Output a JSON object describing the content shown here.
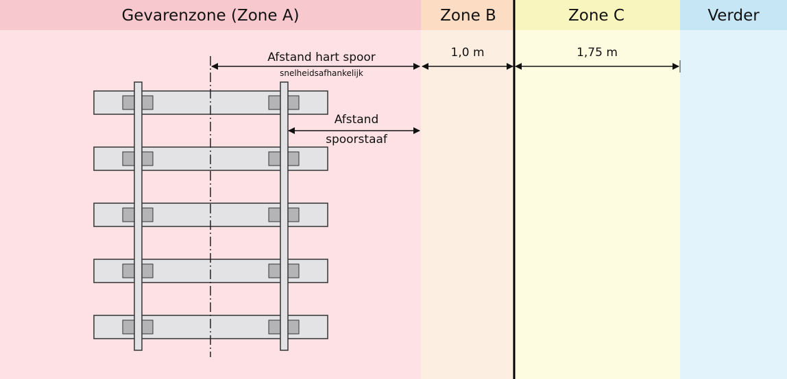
{
  "zones": [
    {
      "id": "a",
      "title": "Gevarenzone (Zone A)",
      "header_color": "#f7c9cf",
      "body_color": "#fde1e4"
    },
    {
      "id": "b",
      "title": "Zone B",
      "header_color": "#fcdcc2",
      "body_color": "#fdeee2"
    },
    {
      "id": "c",
      "title": "Zone C",
      "header_color": "#f8f5be",
      "body_color": "#fdfbe0"
    },
    {
      "id": "verder",
      "title": "Verder",
      "header_color": "#c6e6f6",
      "body_color": "#e2f3fb"
    }
  ],
  "dimensions": {
    "track_center": {
      "label": "Afstand hart spoor",
      "sublabel": "snelheidsafhankelijk"
    },
    "rail": {
      "label_line1": "Afstand",
      "label_line2": "spoorstaaf"
    },
    "zone_b": {
      "label": "1,0 m"
    },
    "zone_c": {
      "label": "1,75 m"
    }
  },
  "track": {
    "sleeper_count": 5,
    "sleeper_color": "#e3e3e5",
    "plate_color": "#b4b4b6",
    "rail_color": "#e3e3e5",
    "outline_color": "#333333"
  }
}
